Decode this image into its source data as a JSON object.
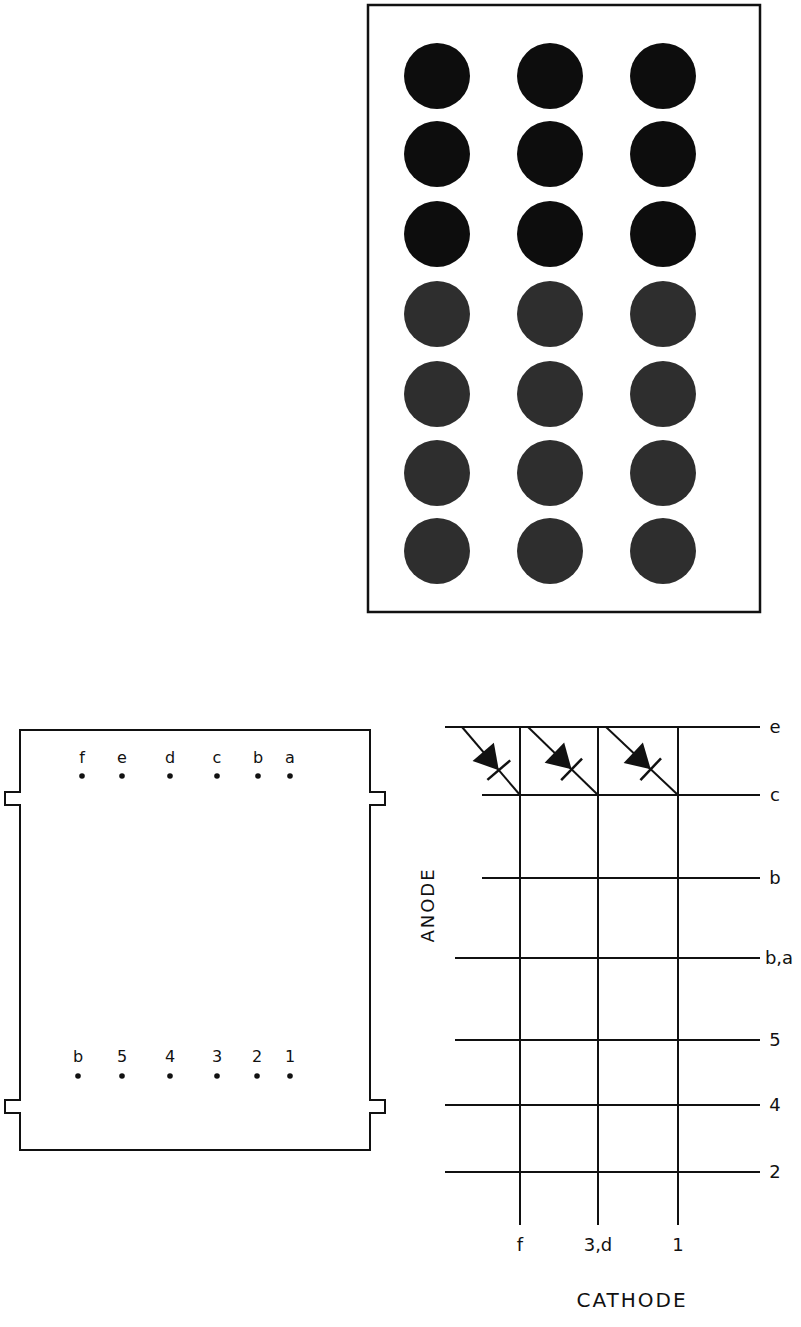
{
  "diagram": {
    "labels": [
      "f",
      "e",
      "d",
      "c",
      "b",
      "a",
      "b",
      "5",
      "4",
      "3",
      "2",
      "1",
      "e",
      "c",
      "b",
      "b,a",
      "5",
      "4",
      "2",
      "f",
      "3,d",
      "1",
      "ANODE",
      "CATHODE"
    ]
  }
}
